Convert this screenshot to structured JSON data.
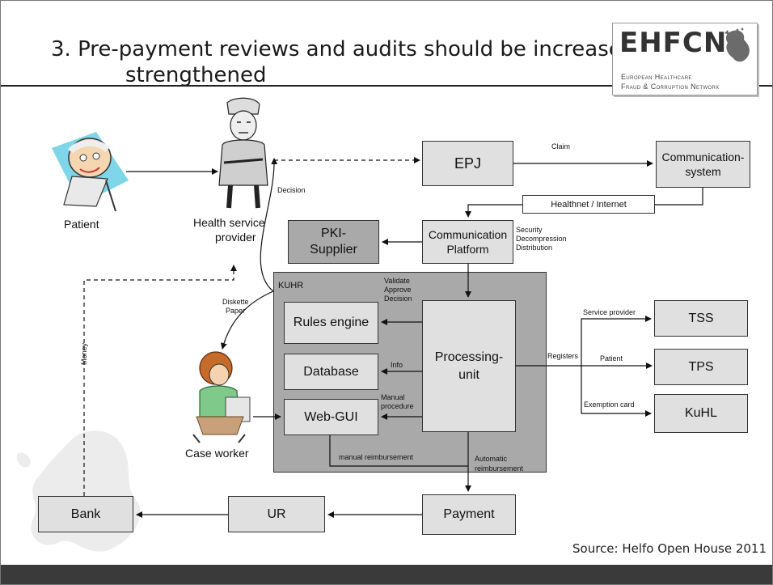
{
  "slide": {
    "title_line1": "3. Pre-payment reviews and audits should be increased and",
    "title_line2": "strengthened",
    "source": "Source: Helfo Open House 2011"
  },
  "logo": {
    "name": "EHFCN",
    "sub1": "European Healthcare",
    "sub2": "Fraud & Corruption Network"
  },
  "actors": {
    "patient": "Patient",
    "provider_line1": "Health service",
    "provider_line2": "provider",
    "case_worker": "Case worker"
  },
  "boxes": {
    "epj": "EPJ",
    "comm_system": "Communication-system",
    "healthnet": "Healthnet / Internet",
    "comm_platform": "Communication Platform",
    "pki": "PKI-Supplier",
    "kuhr": "KUHR",
    "rules": "Rules engine",
    "database": "Database",
    "webgui": "Web-GUI",
    "processing": "Processing-unit",
    "tss": "TSS",
    "tps": "TPS",
    "kuhl": "KuHL",
    "payment": "Payment",
    "ur": "UR",
    "bank": "Bank"
  },
  "labels": {
    "claim": "Claim",
    "decision": "Decision",
    "security": "Security",
    "decompression": "Decompression",
    "distribution": "Distribution",
    "validate": "Validate",
    "approve": "Approve",
    "decision2": "Decision",
    "diskette": "Diskette",
    "paper": "Paper",
    "info": "Info",
    "manual": "Manual",
    "procedure": "procedure",
    "registers": "Registers",
    "service_provider": "Service provider",
    "patient2": "Patient",
    "exemption": "Exemption card",
    "money": "Money",
    "manual_reimb": "manual reimbursement",
    "automatic": "Automatic",
    "reimbursement": "reimbursement"
  }
}
